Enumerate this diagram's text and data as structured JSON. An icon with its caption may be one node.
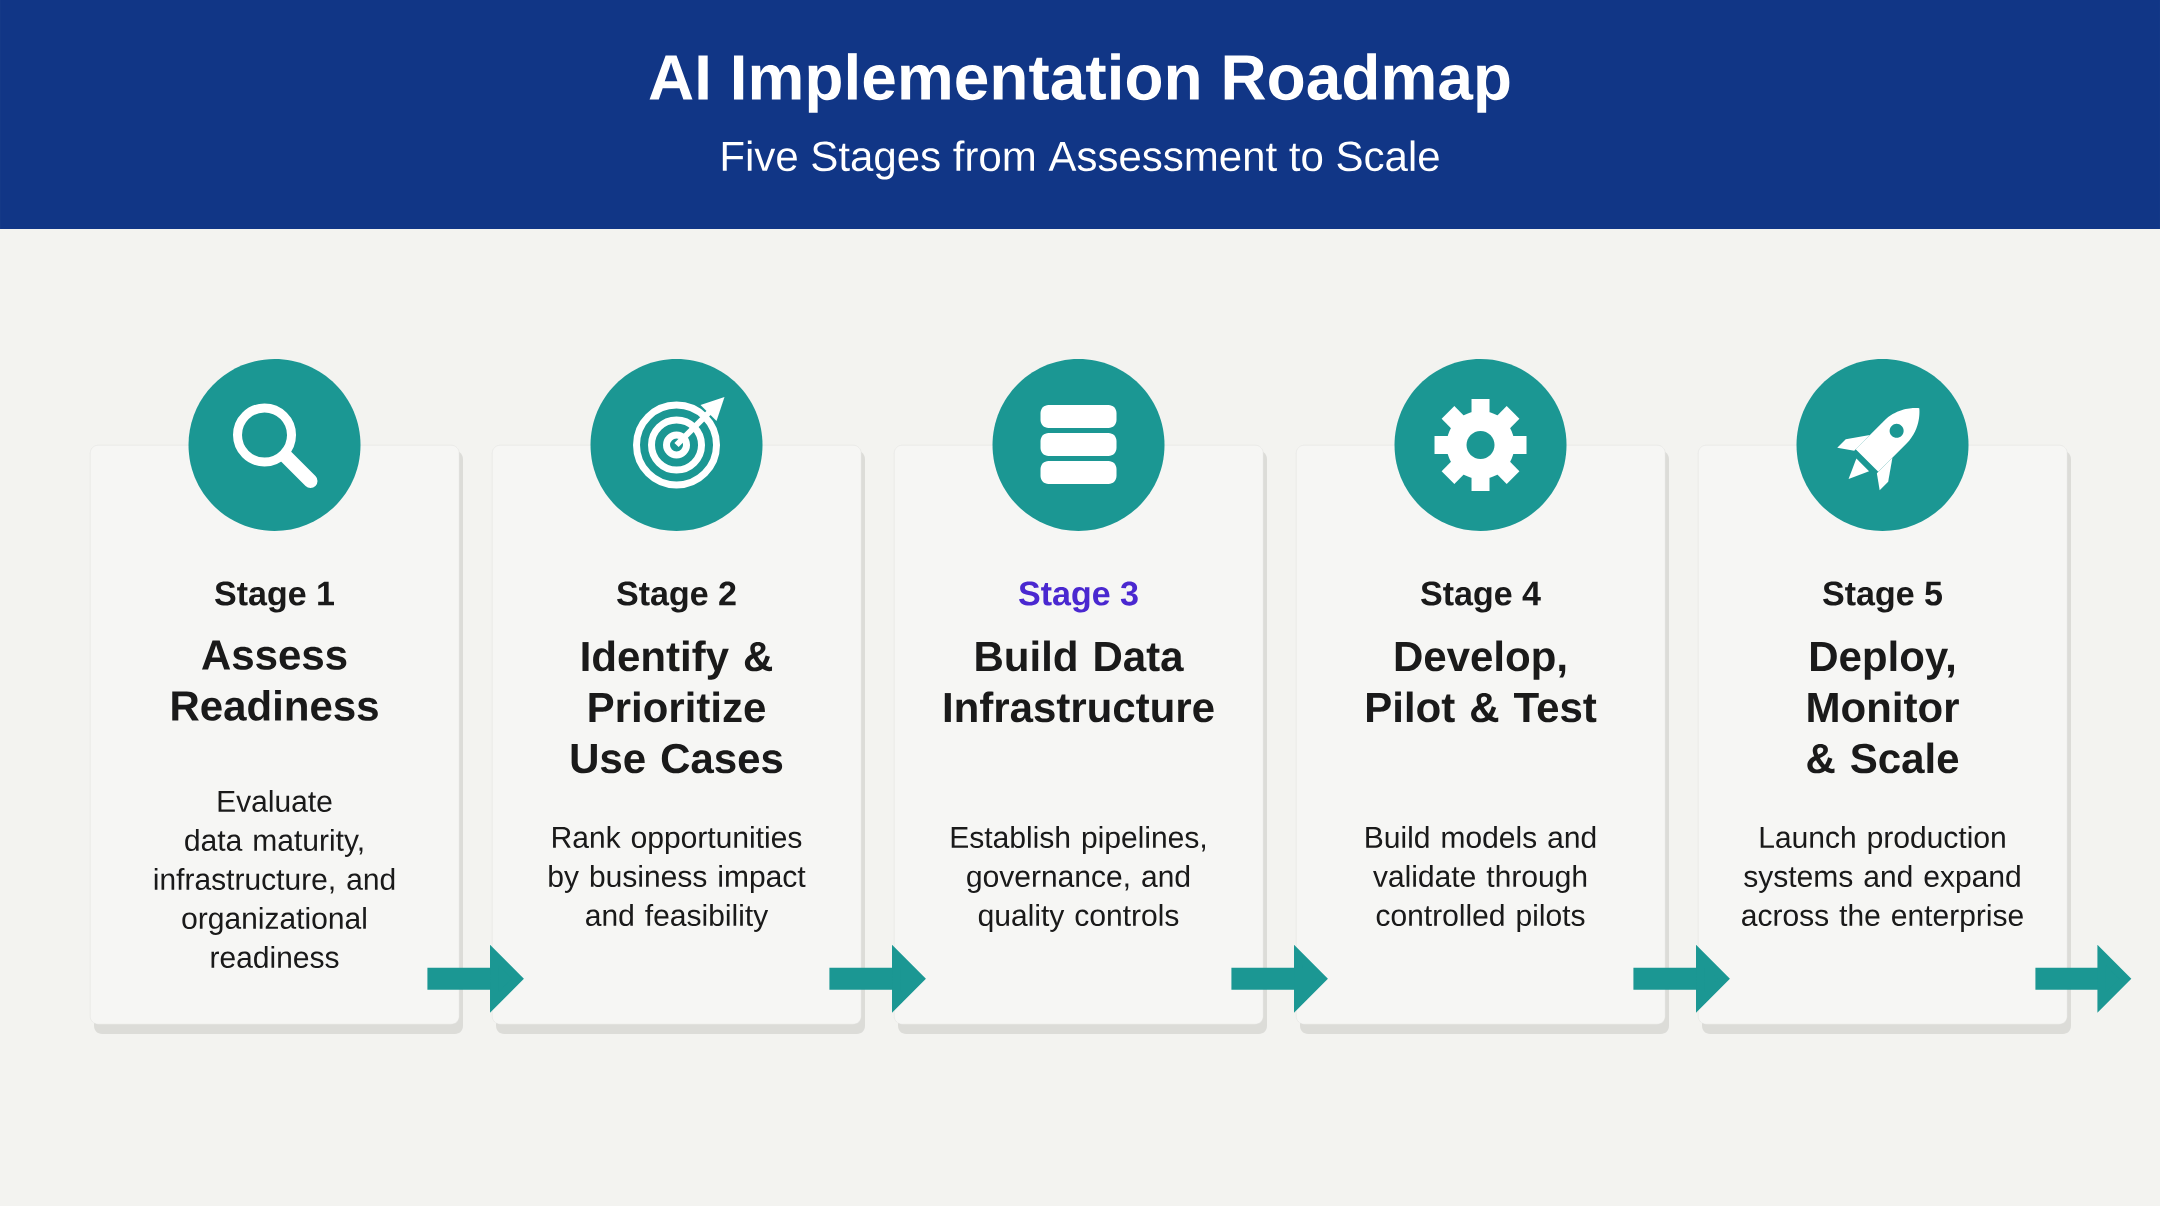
{
  "diagram": {
    "title": "AI Implementation Roadmap",
    "caption": "Five Stages from Assessment to Scale",
    "nodes": [
      {
        "text": [
          "Stage 1",
          "Assess Readiness",
          "Evaluate data maturity, infrastructure, and organizational readiness"
        ]
      },
      {
        "text": [
          "Stage 2",
          "Identify & Prioritize Use Cases",
          "Rank opportunities by business impact and feasibility"
        ]
      },
      {
        "text": [
          "Stage 3",
          "Build Data Infrastructure",
          "Establish pipelines, governance, and quality controls"
        ]
      },
      {
        "text": [
          "Stage 4",
          "Develop, Pilot & Test",
          "Build models and validate through controlled pilots"
        ]
      },
      {
        "text": [
          "Stage 5",
          "Deploy, Monitor & Scale",
          "Launch production systems and expand across the enterprise"
        ]
      }
    ],
    "edges": [
      {
        "from": 0,
        "to": 1,
        "arrow": "to"
      },
      {
        "from": 1,
        "to": 2,
        "arrow": "to"
      },
      {
        "from": 2,
        "to": 3,
        "arrow": "to"
      },
      {
        "from": 3,
        "to": 4,
        "arrow": "to"
      },
      {
        "from": 4,
        "to": null,
        "arrow": "to"
      }
    ]
  }
}
